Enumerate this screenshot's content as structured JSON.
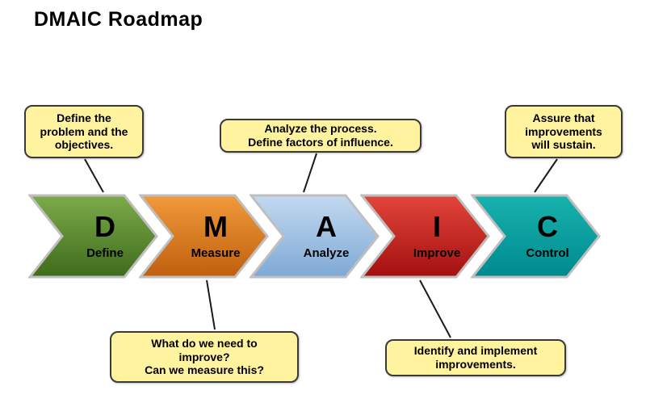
{
  "title": "DMAIC  Roadmap",
  "colors": {
    "line_color": "#1a1a1a",
    "callout_bg": "#fff3a0",
    "callout_border": "#3a3a3a",
    "chevron_border": "#bfbfbf"
  },
  "steps": [
    {
      "letter": "D",
      "label": "Define",
      "color_top": "#7cab4a",
      "color_bottom": "#3f6b1c"
    },
    {
      "letter": "M",
      "label": "Measure",
      "color_top": "#f09a3a",
      "color_bottom": "#c05f0e"
    },
    {
      "letter": "A",
      "label": "Analyze",
      "color_top": "#c3d9f0",
      "color_bottom": "#7fa9d6"
    },
    {
      "letter": "I",
      "label": "Improve",
      "color_top": "#e2453a",
      "color_bottom": "#a31010"
    },
    {
      "letter": "C",
      "label": "Control",
      "color_top": "#17b2ae",
      "color_bottom": "#008a8e"
    }
  ],
  "callouts": {
    "define": {
      "text": "Define the\nproblem and the\nobjectives."
    },
    "analyze": {
      "text": "Analyze the process.\nDefine factors of influence."
    },
    "control": {
      "text": "Assure that\nimprovements\nwill sustain."
    },
    "measure": {
      "text": "What do we need to\nimprove?\nCan we measure this?"
    },
    "improve": {
      "text": "Identify and implement\nimprovements."
    }
  }
}
